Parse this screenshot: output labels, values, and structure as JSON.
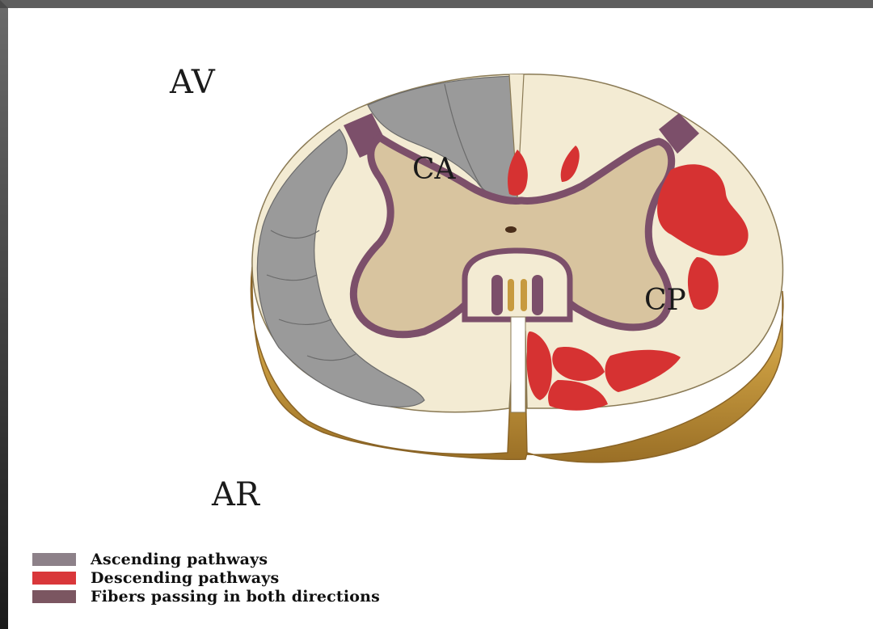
{
  "labels": {
    "anterior": "AV",
    "posterior": "AR",
    "anterior_horn": "CA",
    "posterior_horn": "CP"
  },
  "legend": [
    {
      "label": "Ascending pathways",
      "color": "#8d8189"
    },
    {
      "label": "Descending pathways",
      "color": "#d9373a"
    },
    {
      "label": "Fibers passing in both directions",
      "color": "#7b5661"
    }
  ],
  "colors": {
    "white_matter": "#f3ebd3",
    "gray_matter": "#d8c49f",
    "ascending": "#9a9a9a",
    "descending": "#d63232",
    "both_directions": "#7c4f6a",
    "cut_surface_side": "#c79a3f"
  }
}
